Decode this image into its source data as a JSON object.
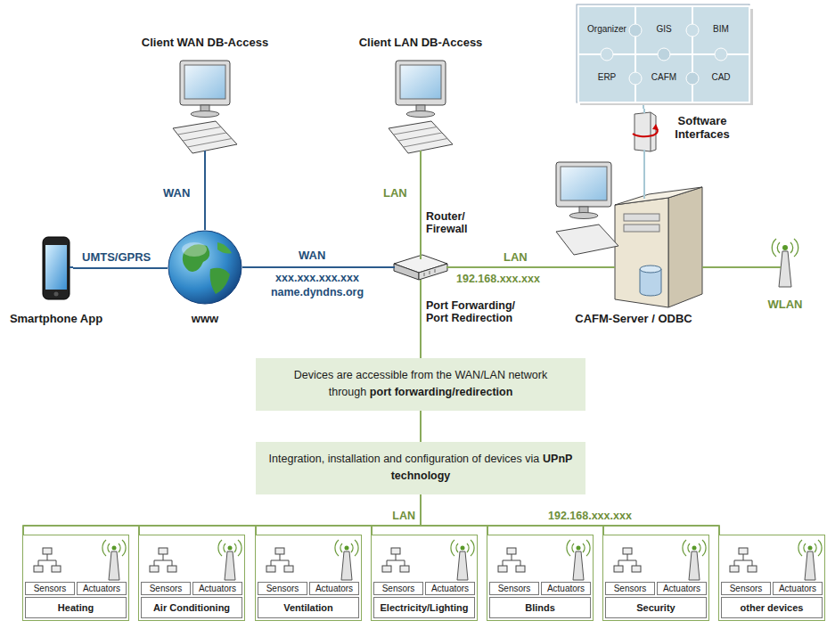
{
  "diagram": {
    "nodes": [
      {
        "text": [
          "Client WAN DB-Access"
        ]
      },
      {
        "text": [
          "Client LAN DB-Access"
        ]
      },
      {
        "text": [
          "Organizer",
          "GIS",
          "BIM",
          "ERP",
          "CAFM",
          "CAD"
        ]
      },
      {
        "text": [
          "Software Interfaces"
        ]
      },
      {
        "text": [
          "Smartphone App"
        ]
      },
      {
        "text": [
          "www"
        ]
      },
      {
        "text": [
          "Router/ Firewall",
          "Port Forwarding/ Port Redirection"
        ]
      },
      {
        "text": [
          "CAFM-Server / ODBC"
        ]
      },
      {
        "text": [
          "WLAN"
        ]
      },
      {
        "text": [
          "Devices are accessible from the WAN/LAN network through",
          "port forwarding/redirection"
        ]
      },
      {
        "text": [
          "Integration, installation and configuration of devices via",
          "UPnP technology"
        ]
      },
      {
        "text": [
          "Sensors",
          "Actuators",
          "Heating"
        ]
      },
      {
        "text": [
          "Sensors",
          "Actuators",
          "Air Conditioning"
        ]
      },
      {
        "text": [
          "Sensors",
          "Actuators",
          "Ventilation"
        ]
      },
      {
        "text": [
          "Sensors",
          "Actuators",
          "Electricity/Lighting"
        ]
      },
      {
        "text": [
          "Sensors",
          "Actuators",
          "Blinds"
        ]
      },
      {
        "text": [
          "Sensors",
          "Actuators",
          "Security"
        ]
      },
      {
        "text": [
          "Sensors",
          "Actuators",
          "other devices"
        ]
      }
    ],
    "edges": [
      {
        "from": 0,
        "to": 5,
        "label": "WAN",
        "arrow": "none"
      },
      {
        "from": 4,
        "to": 5,
        "label": "UMTS/GPRS",
        "arrow": "none"
      },
      {
        "from": 5,
        "to": 6,
        "label": "WAN",
        "arrow": "none"
      },
      {
        "from": 1,
        "to": 6,
        "label": "LAN",
        "arrow": "none"
      },
      {
        "from": 6,
        "to": 7,
        "label": "LAN",
        "arrow": "none"
      },
      {
        "from": 7,
        "to": 8,
        "arrow": "none"
      },
      {
        "from": 2,
        "to": 3,
        "arrow": "none"
      },
      {
        "from": 3,
        "to": 7,
        "arrow": "none"
      },
      {
        "from": 6,
        "to": 9,
        "arrow": "none"
      },
      {
        "from": 9,
        "to": 10,
        "arrow": "none"
      },
      {
        "from": 10,
        "to": 11,
        "arrow": "none"
      },
      {
        "from": 10,
        "to": 12,
        "arrow": "none"
      },
      {
        "from": 10,
        "to": 13,
        "arrow": "none"
      },
      {
        "from": 10,
        "to": 14,
        "arrow": "none"
      },
      {
        "from": 10,
        "to": 15,
        "arrow": "none"
      },
      {
        "from": 10,
        "to": 16,
        "arrow": "none"
      },
      {
        "from": 10,
        "to": 17,
        "arrow": "none"
      }
    ],
    "labels": [
      "xxx.xxx.xxx.xxx",
      "name.dyndns.org",
      "192.168.xxx.xxx",
      "LAN",
      "192.168.xxx.xxx"
    ]
  }
}
